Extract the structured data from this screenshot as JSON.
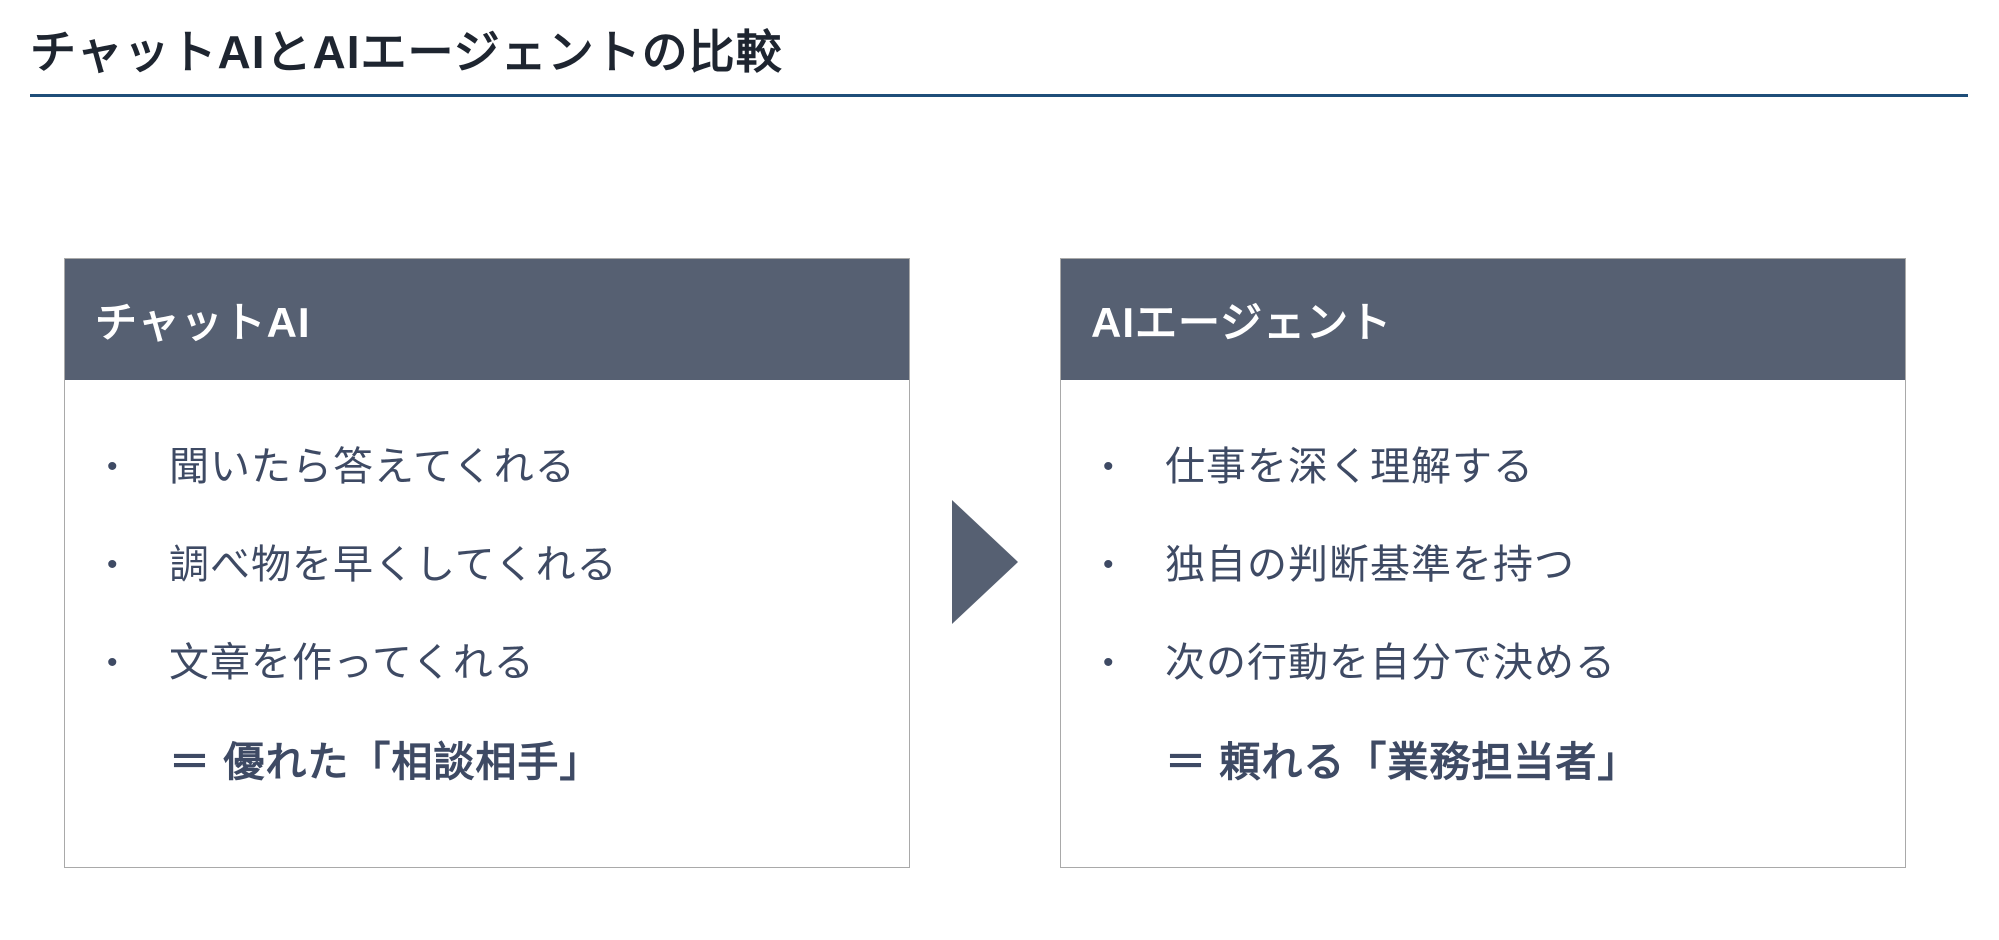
{
  "title": "チャットAIとAIエージェントの比較",
  "glyphs": {
    "bullet": "•"
  },
  "colors": {
    "title_text": "#1e2530",
    "rule": "#1f4e79",
    "header_bg": "#566072",
    "body_text": "#3e4a64",
    "panel_border": "#a9a9a9",
    "arrow": "#566072"
  },
  "left_box": {
    "header": "チャットAI",
    "bullets": [
      "聞いたら答えてくれる",
      "調べ物を早くしてくれる",
      "文章を作ってくれる"
    ],
    "summary": "＝ 優れた「相談相手」"
  },
  "right_box": {
    "header": "AIエージェント",
    "bullets": [
      "仕事を深く理解する",
      "独自の判断基準を持つ",
      "次の行動を自分で決める"
    ],
    "summary": "＝ 頼れる「業務担当者」"
  }
}
